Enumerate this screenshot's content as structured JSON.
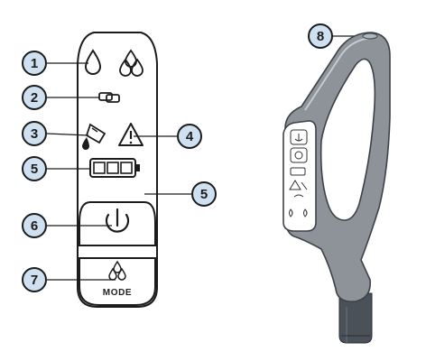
{
  "callouts": {
    "c1": "1",
    "c2": "2",
    "c3": "3",
    "c4": "4",
    "c5a": "5",
    "c5b": "5",
    "c6": "6",
    "c7": "7",
    "c8": "8"
  },
  "panel": {
    "mode_label": "MODE"
  },
  "icons": {
    "single_drop": "water-drop-icon",
    "double_drop": "double-drop-icon",
    "link": "link-icon",
    "solution": "solution-pour-icon",
    "warning": "warning-triangle-icon",
    "battery": "battery-icon",
    "power": "power-icon",
    "mode_drops": "mode-drops-icon"
  },
  "colors": {
    "callout_fill": "#cfe1f0",
    "callout_stroke": "#1c1c1c",
    "line": "#1c1c1c"
  }
}
